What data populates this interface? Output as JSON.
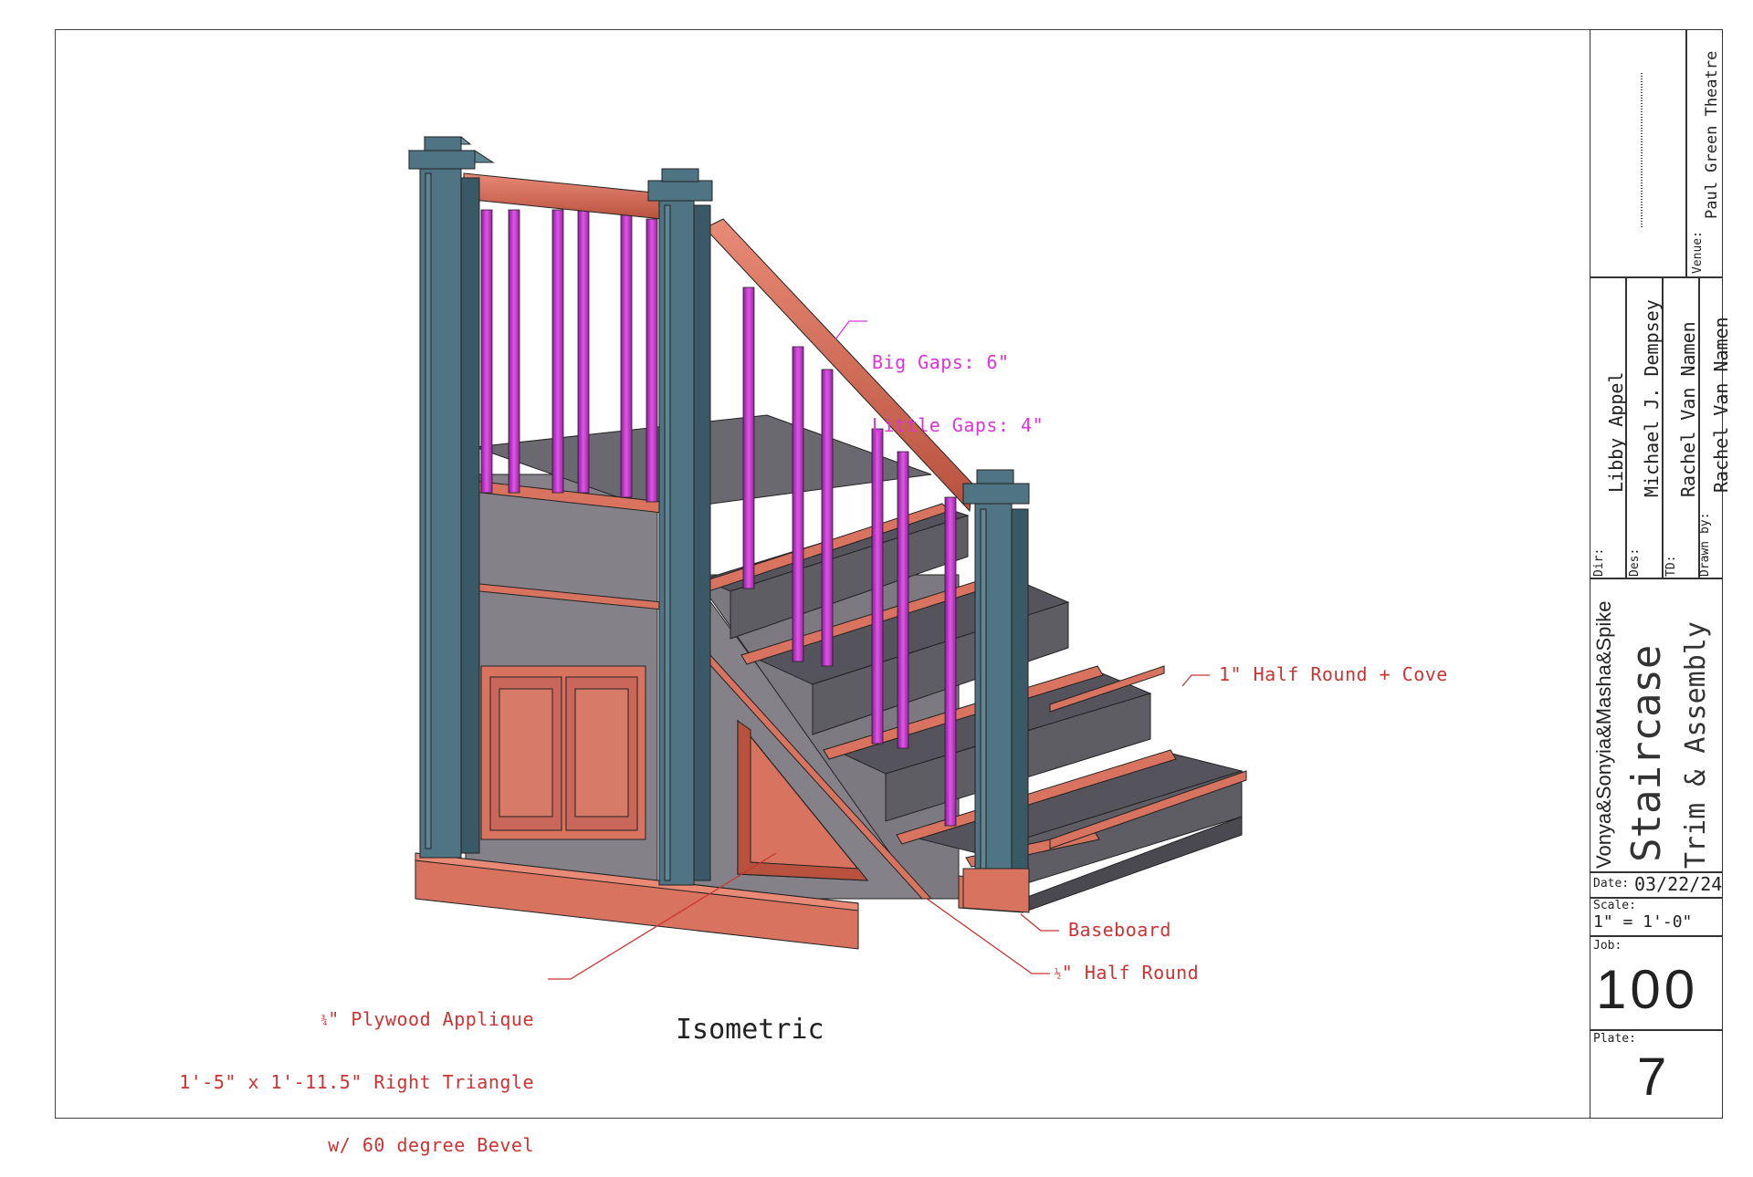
{
  "view_label": "Isometric",
  "callouts": {
    "gaps": [
      "Big Gaps: 6\"",
      "Little Gaps: 4\""
    ],
    "half_round_cove": "1\" Half Round + Cove",
    "baseboard": "Baseboard",
    "half_round_fraction": "½",
    "half_round": "\" Half Round",
    "plywood_fraction": "¾",
    "plywood_line1": "\" Plywood Applique",
    "plywood_line2": "1'-5\" x 1'-11.5\" Right Triangle",
    "plywood_line3": "w/ 60 degree Bevel"
  },
  "title_block": {
    "venue_label": "Venue:",
    "venue": "Paul Green Theatre",
    "dir_label": "Dir:",
    "dir": "Libby Appel",
    "des_label": "Des:",
    "des": "Michael J. Dempsey",
    "td_label": "TD:",
    "td": "Rachel Van Namen",
    "drawn_label": "Drawn by:",
    "drawn": "Rachel Van Namen",
    "show": "Vonya&Sonyia&Masha&Spike",
    "drawing_title": "Staircase",
    "drawing_subtitle": "Trim & Assembly",
    "date_label": "Date:",
    "date": "03/22/24",
    "scale_label": "Scale:",
    "scale": "1\" = 1'-0\"",
    "job_label": "Job:",
    "job": "100",
    "plate_label": "Plate:",
    "plate": "7"
  },
  "colors": {
    "post": "#4f7483",
    "post_dark": "#3a5966",
    "rail": "#d8735f",
    "baluster": "#cc3fcf",
    "wall": "#848288",
    "tread": "#55545c",
    "annot_red": "#cc3333",
    "annot_magenta": "#dd33dd"
  }
}
